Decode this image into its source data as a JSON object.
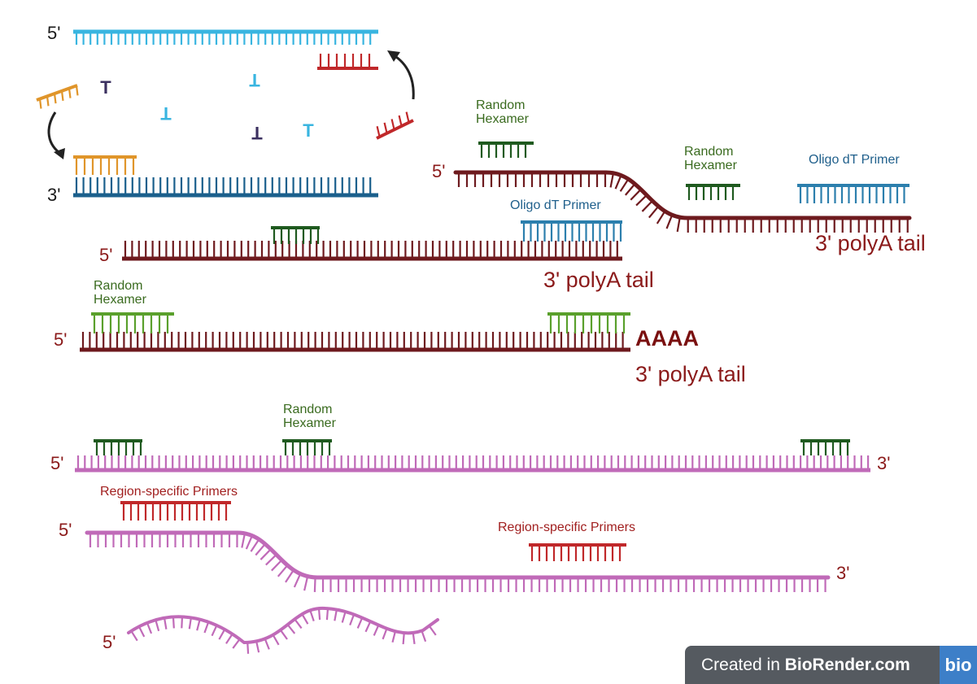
{
  "end_labels": {
    "top_5": "5'",
    "top_3": "3'",
    "s1_5": "5'",
    "s2_5": "5'",
    "s3_5": "5'",
    "s4_5": "5'",
    "s4_3": "3'",
    "s5_5": "5'",
    "s5_3": "3'",
    "s6_5": "5'"
  },
  "labels": {
    "random_hexamer_1": "Random Hexamer",
    "random_hexamer_2": "Random Hexamer",
    "random_hexamer_3": "Random Hexamer",
    "random_hexamer_4": "Random Hexamer",
    "oligo_dt_1": "Oligo dT Primer",
    "oligo_dt_2": "Oligo dT Primer",
    "polya_tail_1": "3' polyA tail",
    "polya_tail_2": "3' polyA tail",
    "polya_tail_3": "3' polyA tail",
    "aaaa": "AAAA",
    "region_specific_1": "Region-specific Primers",
    "region_specific_2": "Region-specific Primers"
  },
  "nucleotides": [
    "T",
    "T",
    "T",
    "T",
    "T"
  ],
  "badge": {
    "prefix": "Created in ",
    "brand": "BioRender.com",
    "logo": "bio"
  },
  "colors": {
    "light_blue": "#39b5e0",
    "dark_blue": "#1a5f8c",
    "orange": "#e0952a",
    "red": "#c0282a",
    "maroon": "#6e1a1e",
    "dark_green": "#1f5a1f",
    "green": "#5aa02c",
    "primer_blue": "#2c7fad",
    "pink": "#c06ab8"
  }
}
